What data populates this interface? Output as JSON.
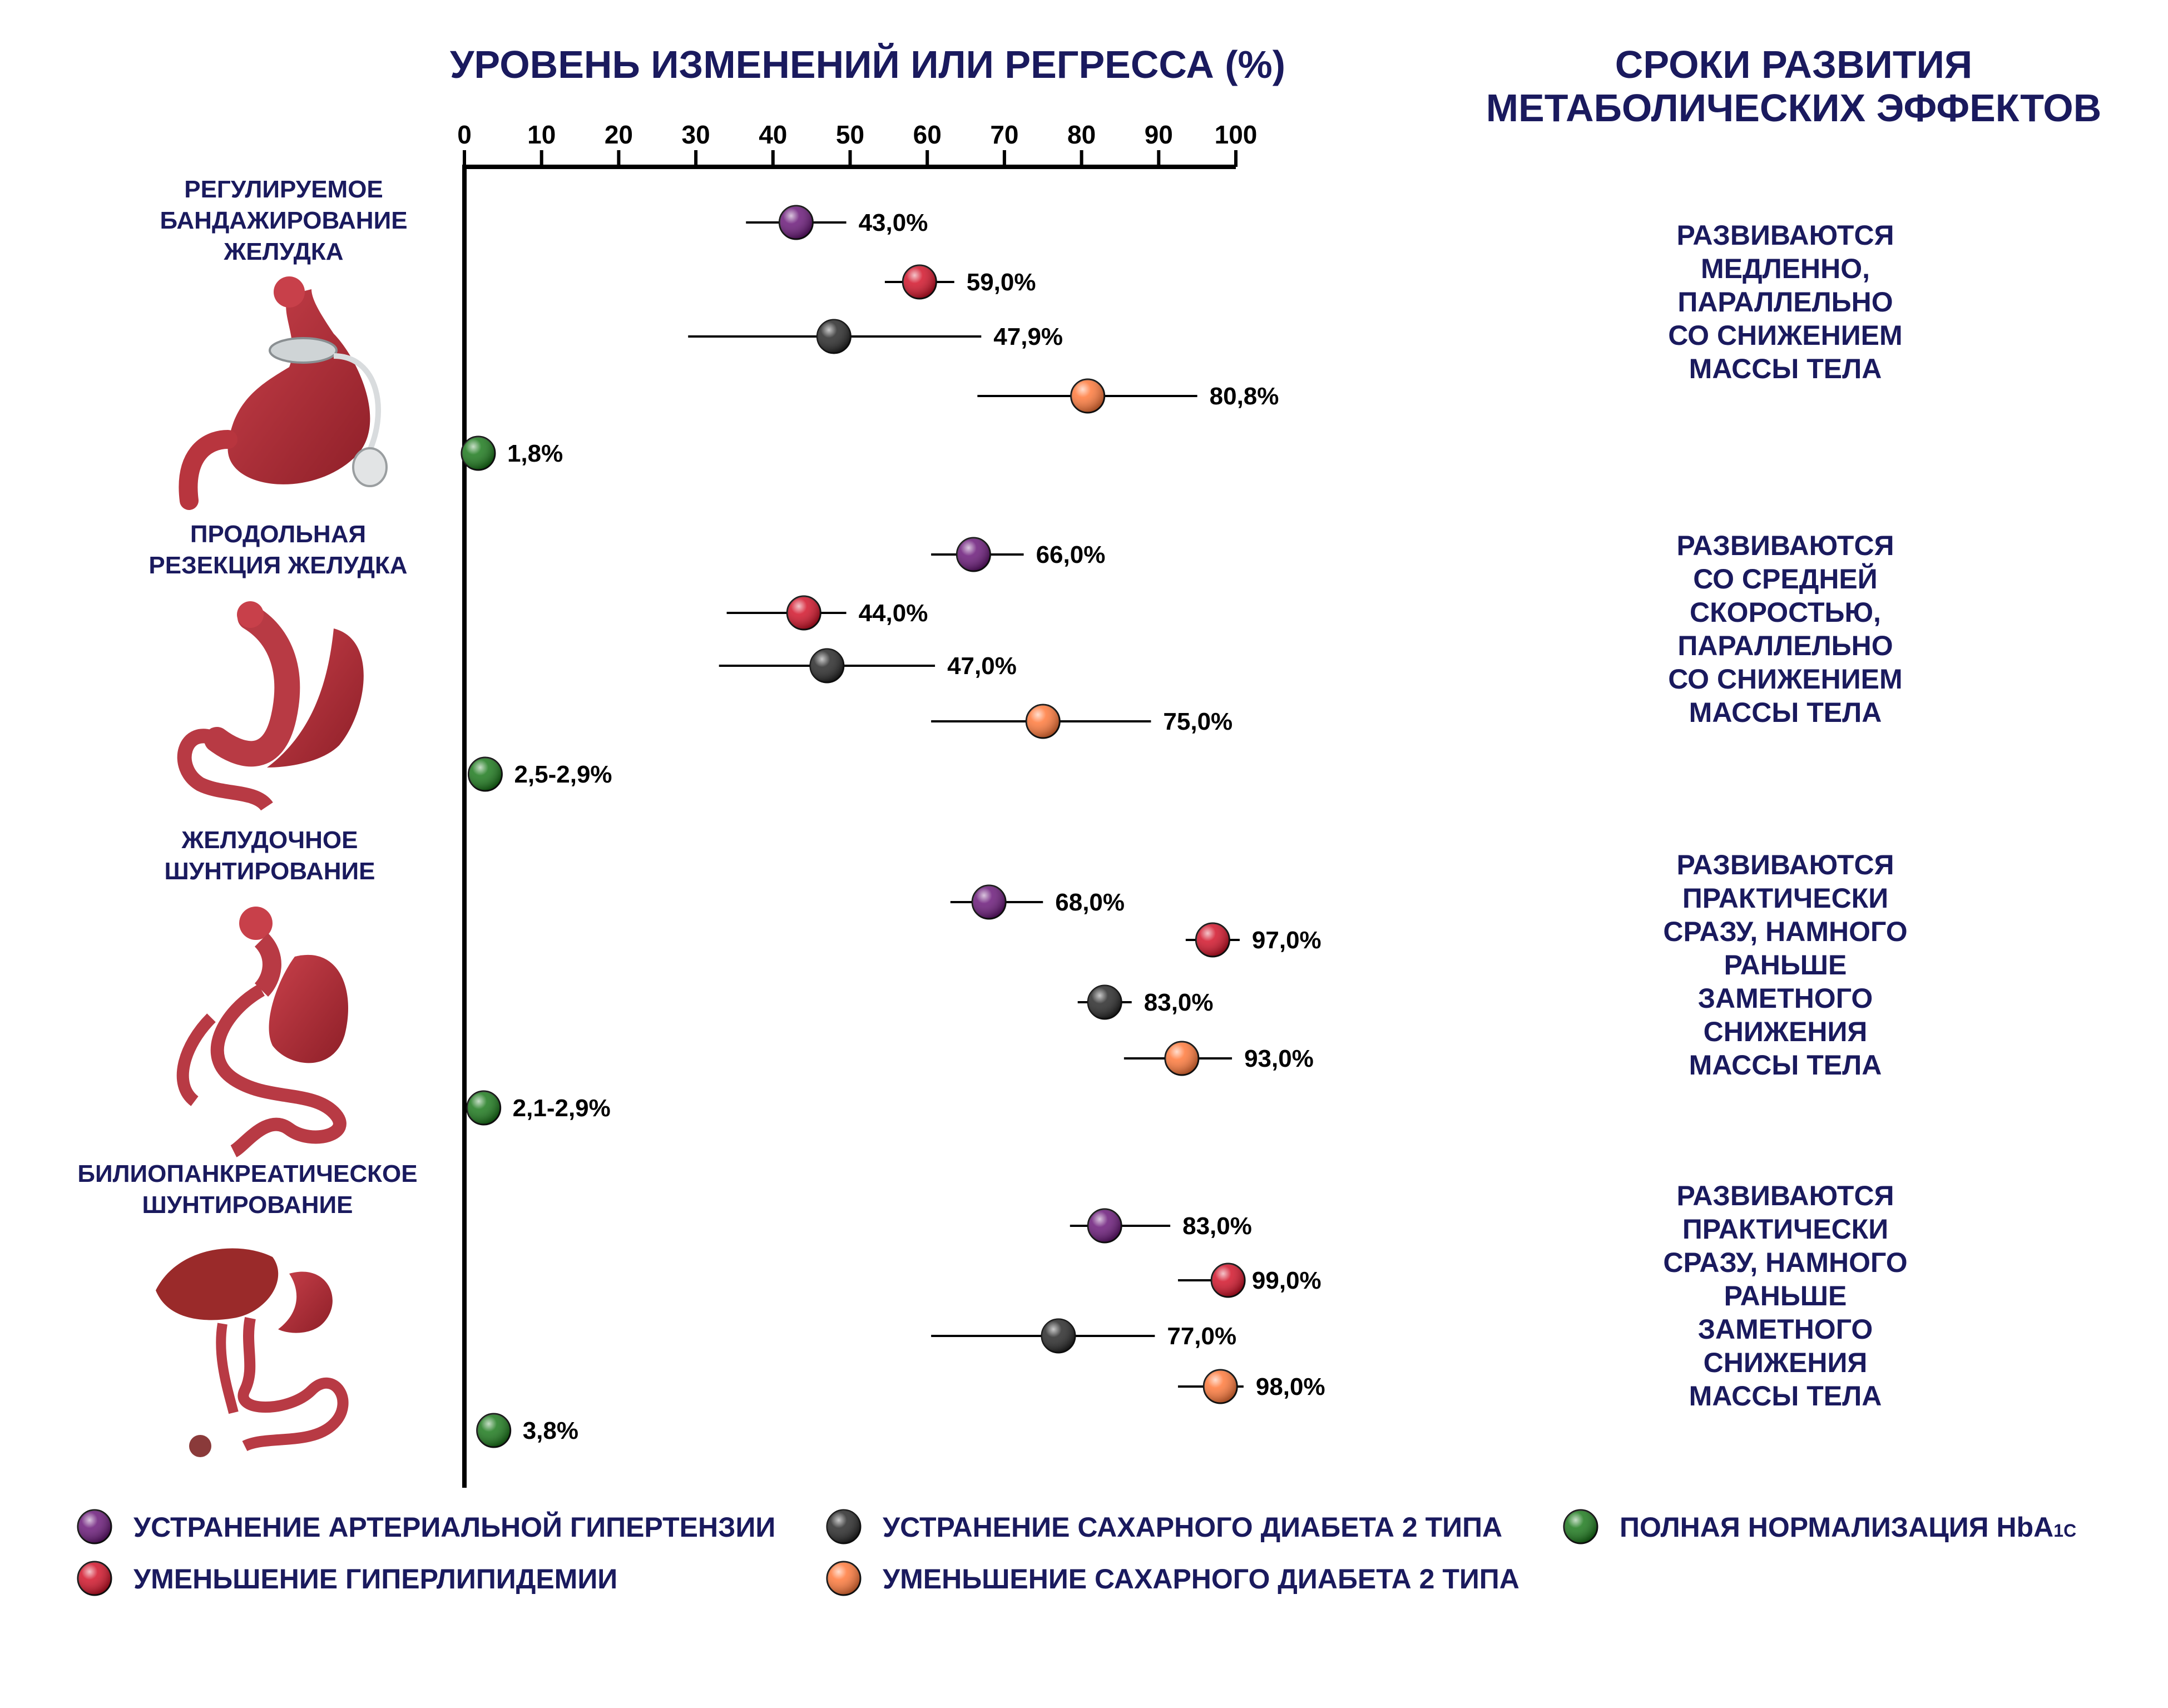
{
  "chart_data": {
    "type": "scatter",
    "title": "УРОВЕНЬ ИЗМЕНЕНИЙ ИЛИ РЕГРЕССА (%)",
    "timing_title_line1": "СРОКИ РАЗВИТИЯ",
    "timing_title_line2": "МЕТАБОЛИЧЕСКИХ ЭФФЕКТОВ",
    "xlim": [
      0,
      100
    ],
    "xticks": [
      "0",
      "10",
      "20",
      "30",
      "40",
      "50",
      "60",
      "70",
      "80",
      "90",
      "100"
    ],
    "legend": [
      {
        "key": "htn",
        "label": "УСТРАНЕНИЕ АРТЕРИАЛЬНОЙ ГИПЕРТЕНЗИИ",
        "color": "#6b1a7a"
      },
      {
        "key": "lip",
        "label": "УМЕНЬШЕНИЕ ГИПЕРЛИПИДЕМИИ",
        "color": "#d2142a"
      },
      {
        "key": "dm_res",
        "label": "УСТРАНЕНИЕ САХАРНОГО ДИАБЕТА 2 ТИПА",
        "color": "#2a2a2a"
      },
      {
        "key": "dm_red",
        "label": "УМЕНЬШЕНИЕ САХАРНОГО ДИАБЕТА 2 ТИПА",
        "color": "#ff7a3c"
      },
      {
        "key": "hba",
        "label": "ПОЛНАЯ НОРМАЛИЗАЦИЯ HbA",
        "label_sub": "1C",
        "color": "#1d7a1d"
      }
    ],
    "procedures": [
      {
        "name_lines": [
          "РЕГУЛИРУЕМОЕ",
          "БАНДАЖИРОВАНИЕ",
          "ЖЕЛУДКА"
        ],
        "timing_lines": [
          "РАЗВИВАЮТСЯ",
          "МЕДЛЕННО,",
          "ПАРАЛЛЕЛЬНО",
          "СО СНИЖЕНИЕМ",
          "МАССЫ ТЕЛА"
        ],
        "points": [
          {
            "series": "htn",
            "value": 43.0,
            "low": 36.5,
            "high": 49.5,
            "label": "43,0%"
          },
          {
            "series": "lip",
            "value": 59.0,
            "low": 54.5,
            "high": 63.5,
            "label": "59,0%"
          },
          {
            "series": "dm_res",
            "value": 47.9,
            "low": 29.0,
            "high": 67.0,
            "label": "47,9%"
          },
          {
            "series": "dm_red",
            "value": 80.8,
            "low": 66.5,
            "high": 95.0,
            "label": "80,8%"
          },
          {
            "series": "hba",
            "value": 1.8,
            "low": null,
            "high": null,
            "label": "1,8%"
          }
        ]
      },
      {
        "name_lines": [
          "ПРОДОЛЬНАЯ",
          "РЕЗЕКЦИЯ ЖЕЛУДКА"
        ],
        "timing_lines": [
          "РАЗВИВАЮТСЯ",
          "СО СРЕДНЕЙ",
          "СКОРОСТЬЮ,",
          "ПАРАЛЛЕЛЬНО",
          "СО СНИЖЕНИЕМ",
          "МАССЫ ТЕЛА"
        ],
        "points": [
          {
            "series": "htn",
            "value": 66.0,
            "low": 60.5,
            "high": 72.5,
            "label": "66,0%"
          },
          {
            "series": "lip",
            "value": 44.0,
            "low": 34.0,
            "high": 49.5,
            "label": "44,0%"
          },
          {
            "series": "dm_res",
            "value": 47.0,
            "low": 33.0,
            "high": 61.0,
            "label": "47,0%"
          },
          {
            "series": "dm_red",
            "value": 75.0,
            "low": 60.5,
            "high": 89.0,
            "label": "75,0%"
          },
          {
            "series": "hba",
            "value": 2.7,
            "low": null,
            "high": null,
            "label": "2,5-2,9%"
          }
        ]
      },
      {
        "name_lines": [
          "ЖЕЛУДОЧНОЕ",
          "ШУНТИРОВАНИЕ"
        ],
        "timing_lines": [
          "РАЗВИВАЮТСЯ",
          "ПРАКТИЧЕСКИ",
          "СРАЗУ, НАМНОГО",
          "РАНЬШЕ",
          "ЗАМЕТНОГО",
          "СНИЖЕНИЯ",
          "МАССЫ ТЕЛА"
        ],
        "points": [
          {
            "series": "htn",
            "value": 68.0,
            "low": 63.0,
            "high": 75.0,
            "label": "68,0%"
          },
          {
            "series": "lip",
            "value": 97.0,
            "low": 93.5,
            "high": 100.5,
            "label": "97,0%"
          },
          {
            "series": "dm_res",
            "value": 83.0,
            "low": 79.5,
            "high": 86.5,
            "label": "83,0%"
          },
          {
            "series": "dm_red",
            "value": 93.0,
            "low": 85.5,
            "high": 99.5,
            "label": "93,0%"
          },
          {
            "series": "hba",
            "value": 2.5,
            "low": null,
            "high": null,
            "label": "2,1-2,9%"
          }
        ]
      },
      {
        "name_lines": [
          "БИЛИОПАНКРЕАТИЧЕСКОЕ",
          "ШУНТИРОВАНИЕ"
        ],
        "timing_lines": [
          "РАЗВИВАЮТСЯ",
          "ПРАКТИЧЕСКИ",
          "СРАЗУ, НАМНОГО",
          "РАНЬШЕ",
          "ЗАМЕТНОГО",
          "СНИЖЕНИЯ",
          "МАССЫ ТЕЛА"
        ],
        "points": [
          {
            "series": "htn",
            "value": 83.0,
            "low": 78.5,
            "high": 91.5,
            "label": "83,0%"
          },
          {
            "series": "lip",
            "value": 99.0,
            "low": 92.5,
            "high": 100.5,
            "label": "99,0%"
          },
          {
            "series": "dm_res",
            "value": 77.0,
            "low": 60.5,
            "high": 89.5,
            "label": "77,0%"
          },
          {
            "series": "dm_red",
            "value": 98.0,
            "low": 92.5,
            "high": 101.0,
            "label": "98,0%"
          },
          {
            "series": "hba",
            "value": 3.8,
            "low": null,
            "high": null,
            "label": "3,8%"
          }
        ]
      }
    ]
  }
}
